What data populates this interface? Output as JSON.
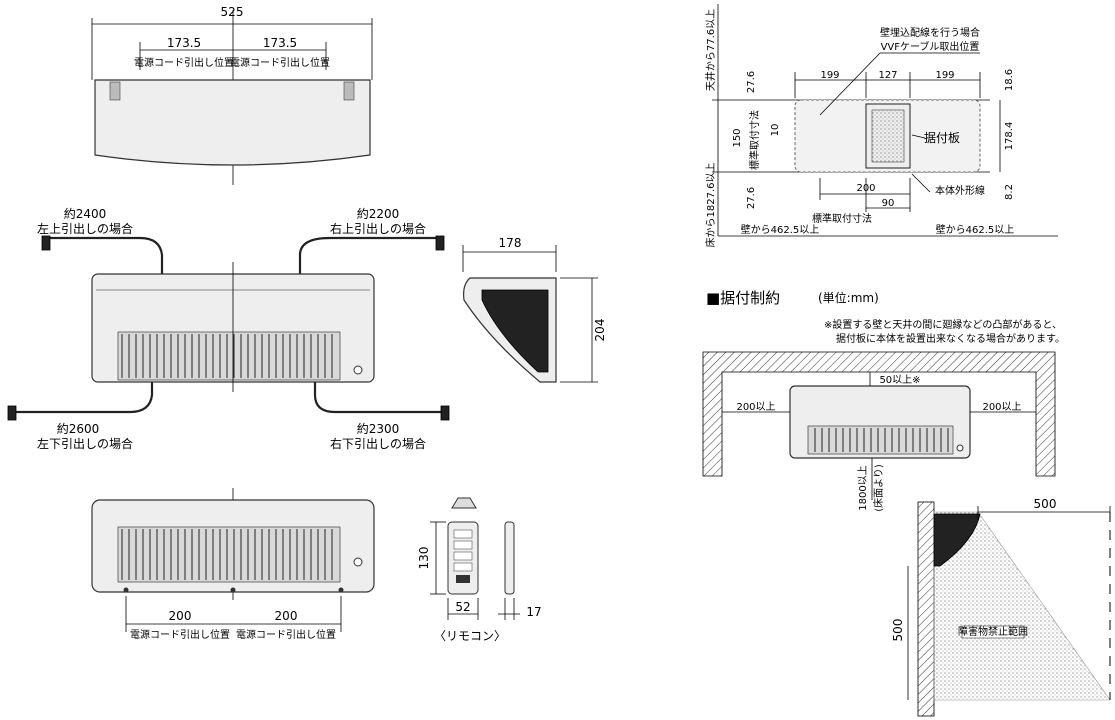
{
  "front": {
    "width_label": "525",
    "offset_left": "173.5",
    "offset_right": "173.5",
    "cord_pos_label": "電源コード引出し位置"
  },
  "cords": {
    "top_left": {
      "length": "約2400",
      "label": "左上引出しの場合"
    },
    "top_right": {
      "length": "約2200",
      "label": "右上引出しの場合"
    },
    "bottom_left": {
      "length": "約2600",
      "label": "左下引出しの場合"
    },
    "bottom_right": {
      "length": "約2300",
      "label": "右下引出しの場合"
    }
  },
  "side": {
    "depth_label": "178",
    "height_label": "204"
  },
  "bottom_view": {
    "left_label": "200",
    "right_label": "200",
    "cord_pos_label": "電源コード引出し位置"
  },
  "remote": {
    "height": "130",
    "width": "52",
    "depth": "17",
    "caption": "〈リモコン〉"
  },
  "mount": {
    "ceiling_label": "天井から77.6以上",
    "floor_label": "床から1827.6以上",
    "wall_wiring_label": "壁埋込配線を行う場合",
    "vvf_label": "VVFケーブル取出位置",
    "dim_199a": "199",
    "dim_127": "127",
    "dim_199b": "199",
    "dim_27_6_top": "27.6",
    "dim_18_6": "18.6",
    "dim_10": "10",
    "dim_150": "150",
    "std_dim_vertical": "標準取付寸法",
    "plate_label": "据付板",
    "dim_178_4": "178.4",
    "dim_200": "200",
    "outline_label": "本体外形線",
    "dim_27_6_bottom": "27.6",
    "dim_90": "90",
    "dim_8_2": "8.2",
    "std_dim_label": "標準取付寸法",
    "wall_left": "壁から462.5以上",
    "wall_right": "壁から462.5以上"
  },
  "restriction": {
    "title": "■据付制約",
    "unit": "(単位:mm)",
    "note_line1": "※設置する壁と天井の間に廻縁などの凸部があると、",
    "note_line2": "据付板に本体を設置出来なくなる場合があります。",
    "top_gap": "50以上※",
    "left_gap": "200以上",
    "right_gap": "200以上",
    "floor_gap": "1800以上",
    "floor_gap_note": "(床面より)"
  },
  "zone": {
    "width": "500",
    "height": "500",
    "label": "障害物禁止範囲"
  }
}
